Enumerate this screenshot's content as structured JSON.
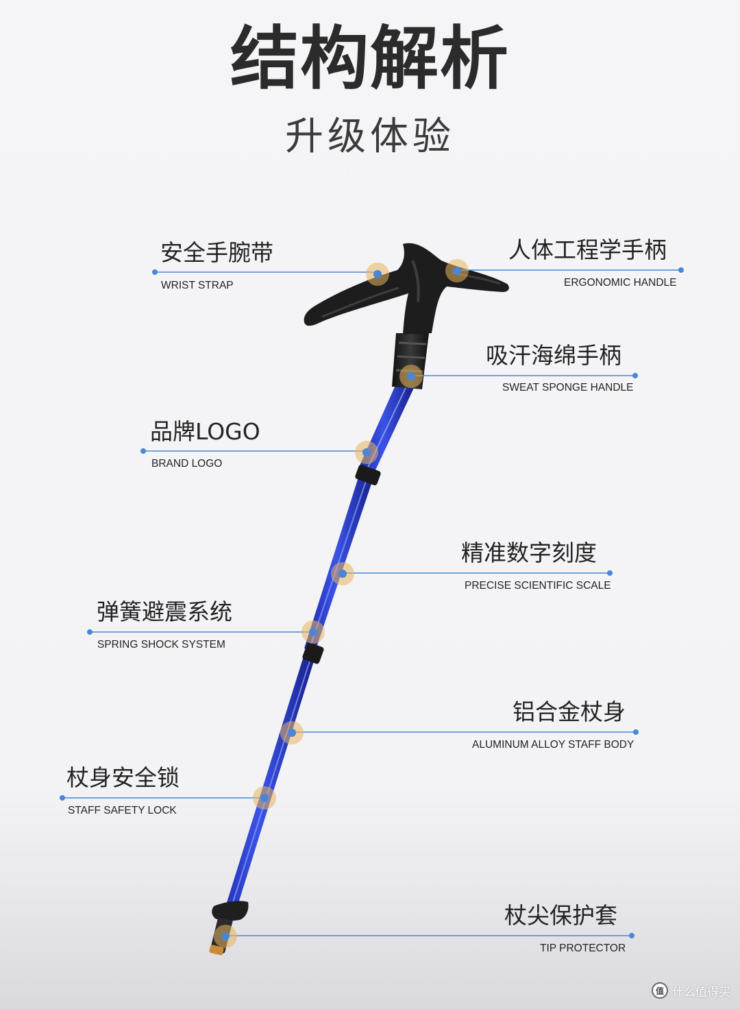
{
  "title": "结构解析",
  "subtitle": "升级体验",
  "colors": {
    "accent_line": "#4a86d4",
    "highlight_ring": "#e8b45c",
    "pole_blue": "#2233c8",
    "grip_black": "#222222"
  },
  "features": [
    {
      "cn": "安全手腕带",
      "en": "WRIST STRAP"
    },
    {
      "cn": "人体工程学手柄",
      "en": "ERGONOMIC HANDLE"
    },
    {
      "cn": "吸汗海绵手柄",
      "en": "SWEAT SPONGE HANDLE"
    },
    {
      "cn": "品牌LOGO",
      "en": "BRAND LOGO"
    },
    {
      "cn": "精准数字刻度",
      "en": "PRECISE SCIENTIFIC SCALE"
    },
    {
      "cn": "弹簧避震系统",
      "en": "SPRING SHOCK SYSTEM"
    },
    {
      "cn": "铝合金杖身",
      "en": "ALUMINUM ALLOY STAFF BODY"
    },
    {
      "cn": "杖身安全锁",
      "en": "STAFF SAFETY LOCK"
    },
    {
      "cn": "杖尖保护套",
      "en": "TIP PROTECTOR"
    }
  ],
  "watermark": {
    "icon_label": "值",
    "text": "什么值得买"
  }
}
